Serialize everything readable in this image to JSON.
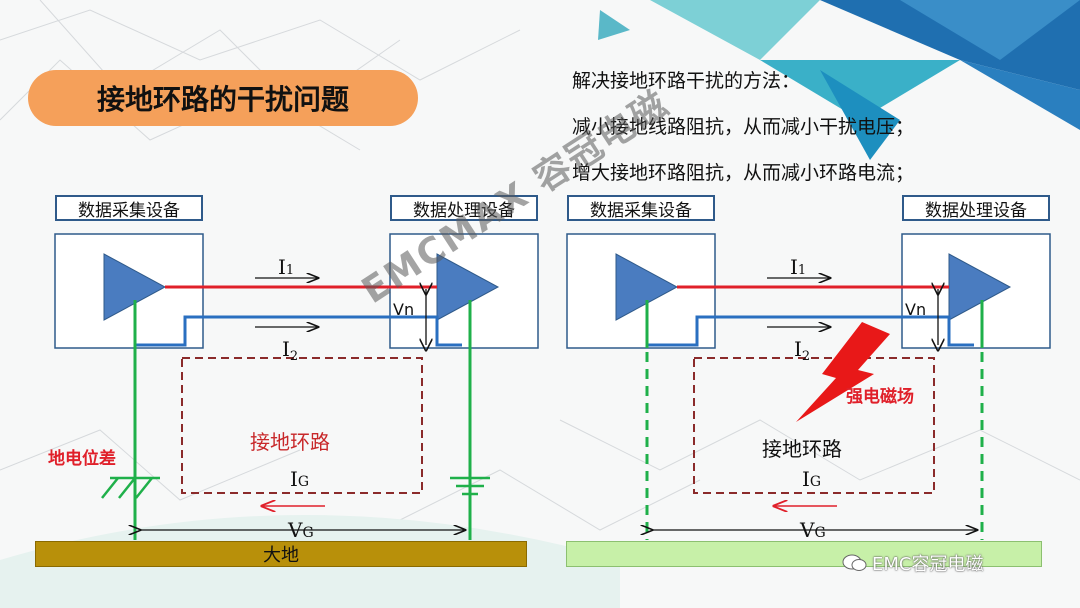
{
  "title": "接地环路的干扰问题",
  "methods": {
    "heading": "解决接地环路干扰的方法：",
    "line1": "减小接地线路阻抗，从而减小干扰电压；",
    "line2": "增大接地环路阻抗，从而减小环路电流；"
  },
  "left": {
    "acq_label": "数据采集设备",
    "proc_label": "数据处理设备",
    "i1": "I",
    "i1_sub": "1",
    "i2": "I",
    "i2_sub": "2",
    "vn": "Vn",
    "loop_label": "接地环路",
    "ig": "I",
    "ig_sub": "G",
    "vg": "V",
    "vg_sub": "G",
    "potential_diff": "地电位差",
    "earth": "大地"
  },
  "right": {
    "acq_label": "数据采集设备",
    "proc_label": "数据处理设备",
    "i1": "I",
    "i1_sub": "1",
    "i2": "I",
    "i2_sub": "2",
    "vn": "Vn",
    "loop_label": "接地环路",
    "ig": "I",
    "ig_sub": "G",
    "vg": "V",
    "vg_sub": "G",
    "strong_field": "强电磁场"
  },
  "watermark": "EMCMAX  容冠电磁",
  "wechat": "EMC容冠电磁",
  "colors": {
    "signal_red": "#e0202a",
    "signal_blue": "#2a6fc0",
    "ground_green": "#1fb04a",
    "loop_dash": "#8b2b2b",
    "earth_left": "#b8900a",
    "earth_right": "#c7f0a8",
    "pill": "#f5a05a"
  }
}
